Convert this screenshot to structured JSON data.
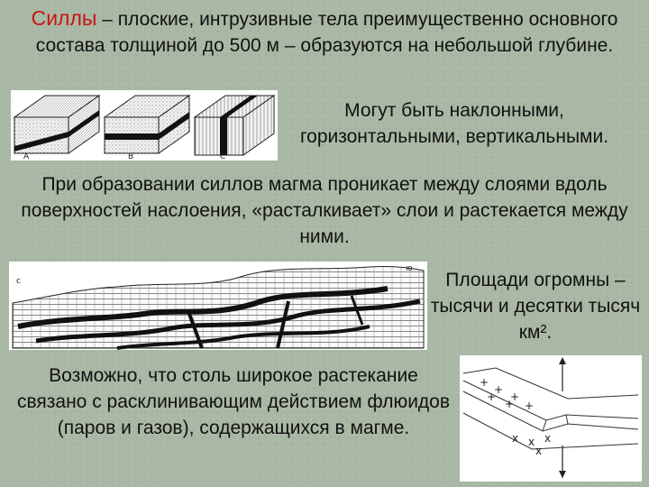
{
  "intro": {
    "term": "Силлы",
    "text": " – плоские, интрузивные тела преимущественно основного состава толщиной до 500 м – образуются на небольшой глубине."
  },
  "blocks_figure": {
    "labels": [
      "A",
      "B",
      "C"
    ]
  },
  "blocks_caption": "Могут быть наклонными, горизонтальными, вертикальными.",
  "para_magma": "При образовании силлов магма проникает между слоями вдоль поверхностей наслоения, «расталкивает» слои и растекается между ними.",
  "section_figure": {
    "left_label": "с",
    "right_label": "ю"
  },
  "area_text": "Площади огромны – тысячи и десятки тысяч км².",
  "para_fluids": "Возможно, что столь широкое растекание связано с расклинивающим действием флюидов (паров и газов), содержащихся в магме."
}
